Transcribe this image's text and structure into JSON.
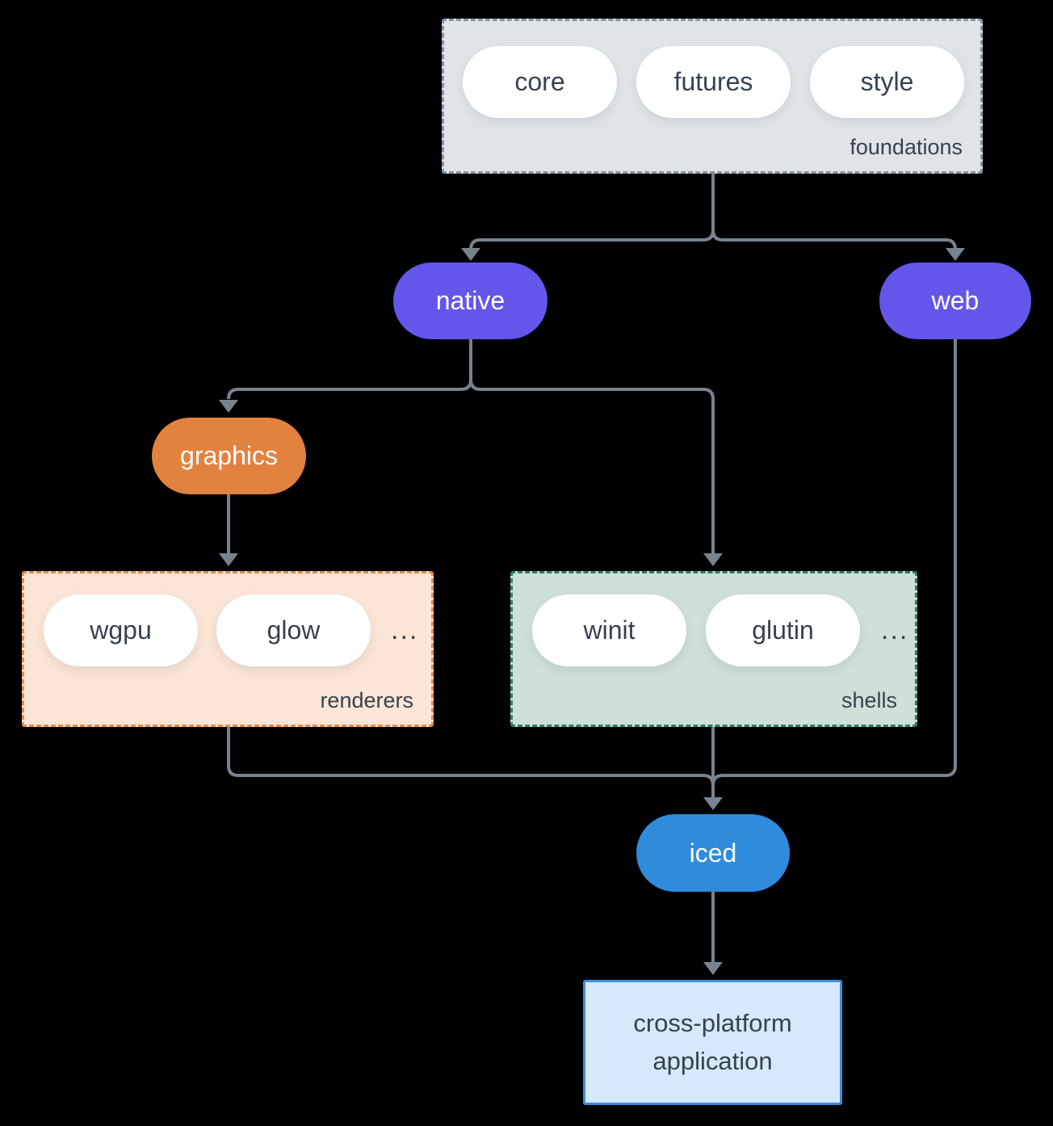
{
  "nodes": {
    "foundations": {
      "label": "foundations",
      "pills": [
        "core",
        "futures",
        "style"
      ]
    },
    "native": {
      "label": "native"
    },
    "web": {
      "label": "web"
    },
    "graphics": {
      "label": "graphics"
    },
    "renderers": {
      "label": "renderers",
      "pills": [
        "wgpu",
        "glow"
      ],
      "ellipsis": "..."
    },
    "shells": {
      "label": "shells",
      "pills": [
        "winit",
        "glutin"
      ],
      "ellipsis": "..."
    },
    "iced": {
      "label": "iced"
    },
    "application": {
      "label": "cross-platform application"
    }
  },
  "colors": {
    "background": "#000000",
    "connector": "#77838F",
    "platform_pill": "#6456EB",
    "graphics_pill": "#E2823F",
    "iced_pill": "#2F8BDC",
    "foundations_bg": "#E0E4E7",
    "foundations_border": "#8494A4",
    "renderers_bg": "#FAE5D6",
    "renderers_border": "#E78B47",
    "shells_bg": "#CFE0D9",
    "shells_border": "#2E7D6A",
    "application_bg": "#D6E8F9",
    "application_border": "#3C8CDE",
    "node_text_dark": "#36424E",
    "node_text_light": "#FFFFFF",
    "white_pill_bg": "#FFFFFF"
  }
}
